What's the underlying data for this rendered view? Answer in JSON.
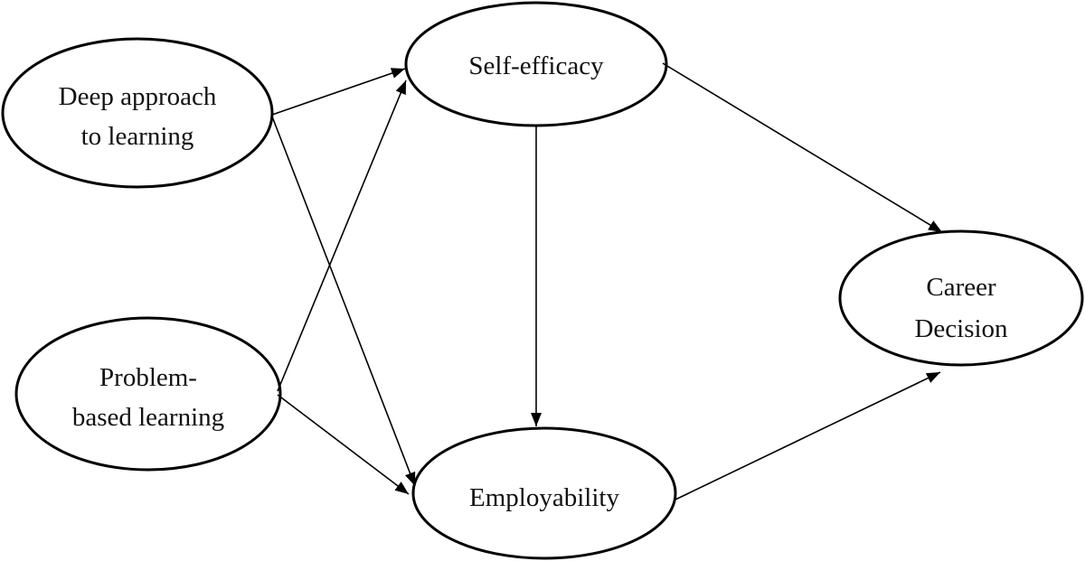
{
  "diagram": {
    "type": "path-model",
    "background_color": "#ffffff",
    "node_stroke_color": "#000000",
    "text_color": "#111111",
    "nodes": {
      "deep_approach": {
        "label": "Deep approach to learning",
        "line1": "Deep approach",
        "line2": "to learning"
      },
      "problem_based": {
        "label": "Problem-based learning",
        "line1": "Problem-",
        "line2": "based learning"
      },
      "self_efficacy": {
        "label": "Self-efficacy",
        "line1": "Self-efficacy"
      },
      "employability": {
        "label": "Employability",
        "line1": "Employability"
      },
      "career_decision": {
        "label": "Career Decision",
        "line1": "Career",
        "line2": "Decision"
      }
    },
    "edges": [
      {
        "from": "Deep approach to learning",
        "to": "Self-efficacy"
      },
      {
        "from": "Deep approach to learning",
        "to": "Employability"
      },
      {
        "from": "Problem-based learning",
        "to": "Self-efficacy"
      },
      {
        "from": "Problem-based learning",
        "to": "Employability"
      },
      {
        "from": "Self-efficacy",
        "to": "Employability"
      },
      {
        "from": "Self-efficacy",
        "to": "Career Decision"
      },
      {
        "from": "Employability",
        "to": "Career Decision"
      }
    ]
  }
}
